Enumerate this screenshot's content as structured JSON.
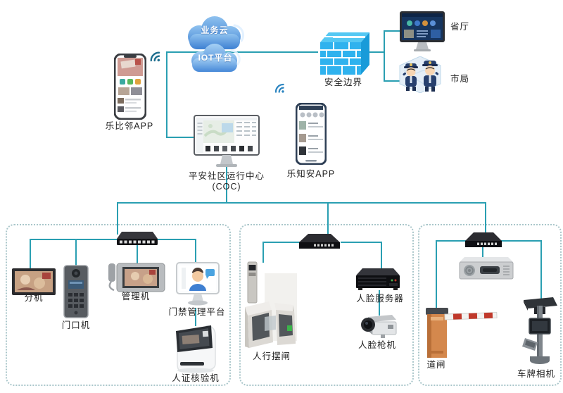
{
  "labels": {
    "lebilin_app": "乐比邻APP",
    "business_cloud": "业务云",
    "iot_platform": "IOT平台",
    "security_boundary": "安全边界",
    "provincial_dept": "省厅",
    "city_bureau": "市局",
    "coc_line1": "平安社区运行中心",
    "coc_line2": "(COC)",
    "lezhian_app": "乐知安APP",
    "extension": "分机",
    "door_station": "门口机",
    "management_machine": "管理机",
    "access_platform": "门禁管理平台",
    "id_verifier": "人证核验机",
    "pedestrian_gate": "人行摆闸",
    "face_server": "人脸服务器",
    "face_camera": "人脸枪机",
    "barrier_gate": "道闸",
    "plate_camera": "车牌相机"
  },
  "colors": {
    "connector": "#2a9fb2",
    "cloud_blue": "#4d93dc",
    "firewall_blue": "#31b4ee",
    "barrier_orange": "#d4884d",
    "box_border": "#a9c6ca"
  }
}
